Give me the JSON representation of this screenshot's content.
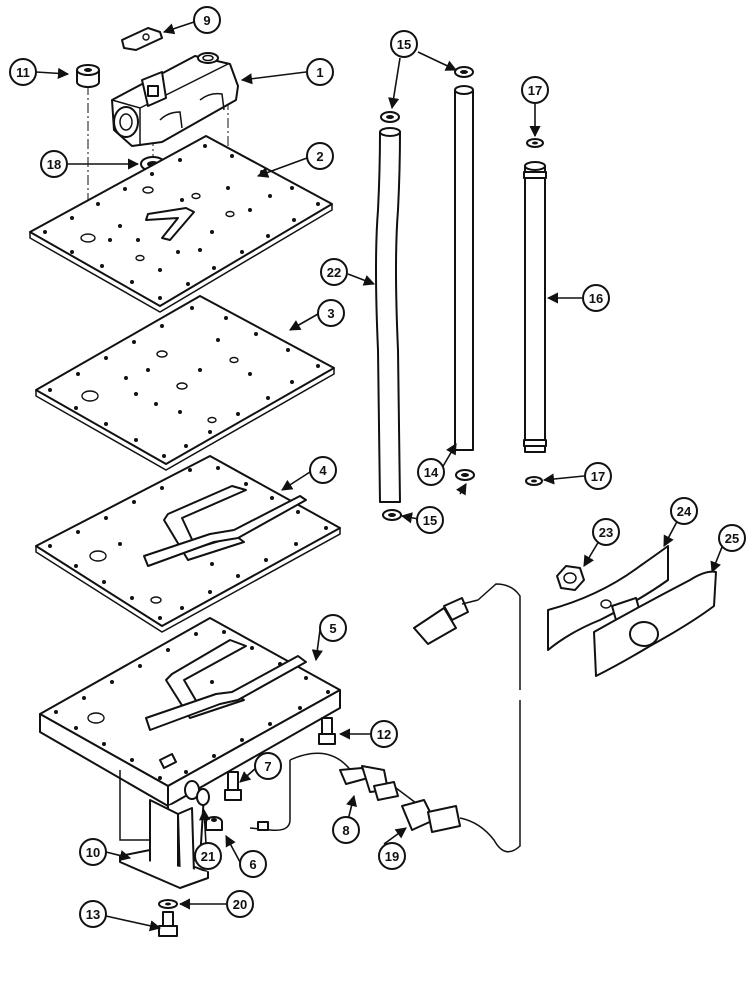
{
  "callouts": [
    {
      "label": "1"
    },
    {
      "label": "2"
    },
    {
      "label": "3"
    },
    {
      "label": "4"
    },
    {
      "label": "5"
    },
    {
      "label": "6"
    },
    {
      "label": "7"
    },
    {
      "label": "8"
    },
    {
      "label": "9"
    },
    {
      "label": "10"
    },
    {
      "label": "11"
    },
    {
      "label": "12"
    },
    {
      "label": "13"
    },
    {
      "label": "14"
    },
    {
      "label": "15"
    },
    {
      "label": "15"
    },
    {
      "label": "16"
    },
    {
      "label": "17"
    },
    {
      "label": "17"
    },
    {
      "label": "18"
    },
    {
      "label": "19"
    },
    {
      "label": "20"
    },
    {
      "label": "21"
    },
    {
      "label": "22"
    },
    {
      "label": "23"
    },
    {
      "label": "24"
    },
    {
      "label": "25"
    }
  ]
}
